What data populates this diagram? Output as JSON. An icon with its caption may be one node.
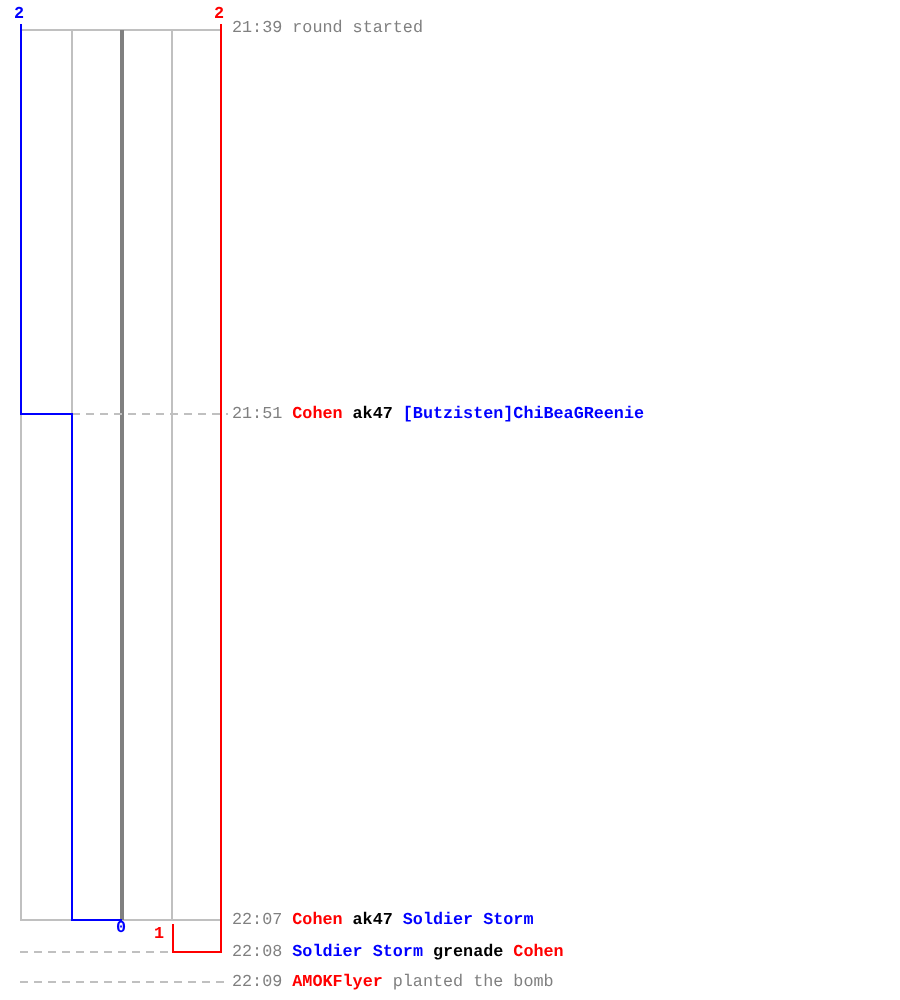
{
  "diagram": {
    "labels": [
      "2",
      "2",
      "21:39",
      "round started",
      "21:51",
      "Cohen",
      "ak47",
      "[Butzisten]ChiBeaGReenie",
      "22:07",
      "Cohen",
      "ak47",
      "Soldier Storm",
      "0",
      "1",
      "22:08",
      "Soldier Storm",
      "grenade",
      "Cohen",
      "22:09",
      "AMOKFlyer",
      "planted the bomb"
    ]
  }
}
